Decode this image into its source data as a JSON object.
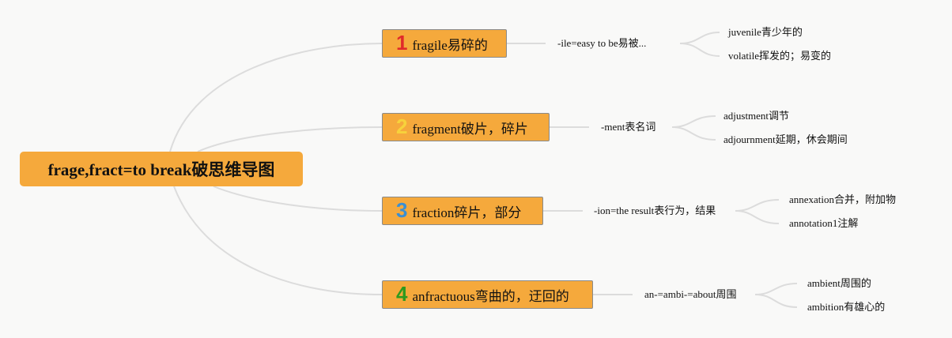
{
  "root": {
    "title": "frage,fract=to break破思维导图"
  },
  "colors": {
    "node_fill": "#f5a93c",
    "line": "#d8d8d8",
    "num1": "#e02a2a",
    "num2": "#f7d23b",
    "num3": "#3b8fd2",
    "num4": "#2e9a1e"
  },
  "branches": [
    {
      "number": "1",
      "number_color": "#e02a2a",
      "label": "fragile易碎的",
      "note": "-ile=easy to be易被...",
      "leaves": [
        "juvenile青少年的",
        "volatile挥发的；易变的"
      ]
    },
    {
      "number": "2",
      "number_color": "#f7d23b",
      "label": "fragment破片，碎片",
      "note": "-ment表名词",
      "leaves": [
        "adjustment调节",
        "adjournment延期，休会期间"
      ]
    },
    {
      "number": "3",
      "number_color": "#3b8fd2",
      "label": "fraction碎片，部分",
      "note": "-ion=the result表行为，结果",
      "leaves": [
        "annexation合并，附加物",
        "annotation1注解"
      ]
    },
    {
      "number": "4",
      "number_color": "#2e9a1e",
      "label": "anfractuous弯曲的，迂回的",
      "note": "an-=ambi-=about周围",
      "leaves": [
        "ambient周围的",
        "ambition有雄心的"
      ]
    }
  ]
}
